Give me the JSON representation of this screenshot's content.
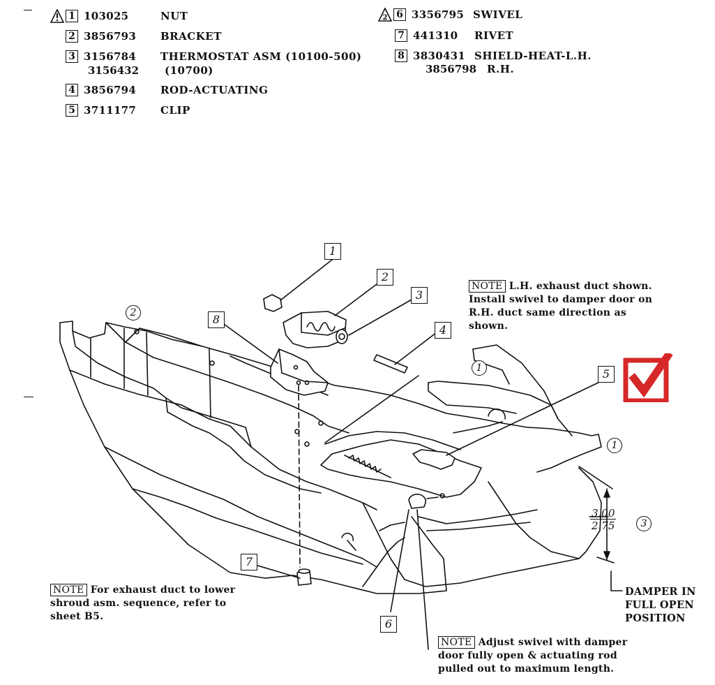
{
  "parts_left": [
    {
      "item": "1",
      "part": "103025",
      "desc": "NUT",
      "warn": true,
      "warn_mark": ""
    },
    {
      "item": "2",
      "part": "3856793",
      "desc": "BRACKET",
      "warn": false
    },
    {
      "item": "3",
      "part": "3156784",
      "part2": "3156432",
      "desc": "THERMOSTAT ASM (10100-500)",
      "desc2": "(10700)",
      "warn": false
    },
    {
      "item": "4",
      "part": "3856794",
      "desc": "ROD-ACTUATING",
      "warn": false
    },
    {
      "item": "5",
      "part": "3711177",
      "desc": "CLIP",
      "warn": false
    }
  ],
  "parts_right": [
    {
      "item": "6",
      "part": "3356795",
      "desc": "SWIVEL",
      "warn": true,
      "warn_mark": "2"
    },
    {
      "item": "7",
      "part": "441310",
      "desc": "RIVET",
      "warn": false
    },
    {
      "item": "8",
      "part": "3830431",
      "part2": "3856798",
      "desc": "SHIELD-HEAT-L.H.",
      "desc2": "R.H.",
      "warn": false
    }
  ],
  "notes": {
    "tag": "NOTE",
    "top_right": [
      "L.H. exhaust duct shown.",
      "Install swivel to damper door on",
      "R.H. duct same direction as",
      "shown."
    ],
    "bottom_left": [
      "For exhaust duct to lower",
      "shroud asm. sequence, refer to",
      "sheet B5."
    ],
    "bottom_mid": [
      "Adjust swivel with damper",
      "door fully open & actuating rod",
      "pulled out to maximum length."
    ],
    "damper": [
      "DAMPER IN",
      "FULL OPEN",
      "POSITION"
    ]
  },
  "callouts": [
    "1",
    "2",
    "3",
    "4",
    "5",
    "6",
    "7",
    "8"
  ],
  "circled_refs": {
    "left": "2",
    "right_upper": "1",
    "right_lower": "1",
    "dim": "3"
  },
  "dimension": {
    "upper": "3.00",
    "lower": "2.75"
  },
  "icons": {
    "warning": "warning-triangle-icon",
    "check": "checkbox-check-icon"
  },
  "colors": {
    "check": "#d62828",
    "ink": "#111111"
  }
}
